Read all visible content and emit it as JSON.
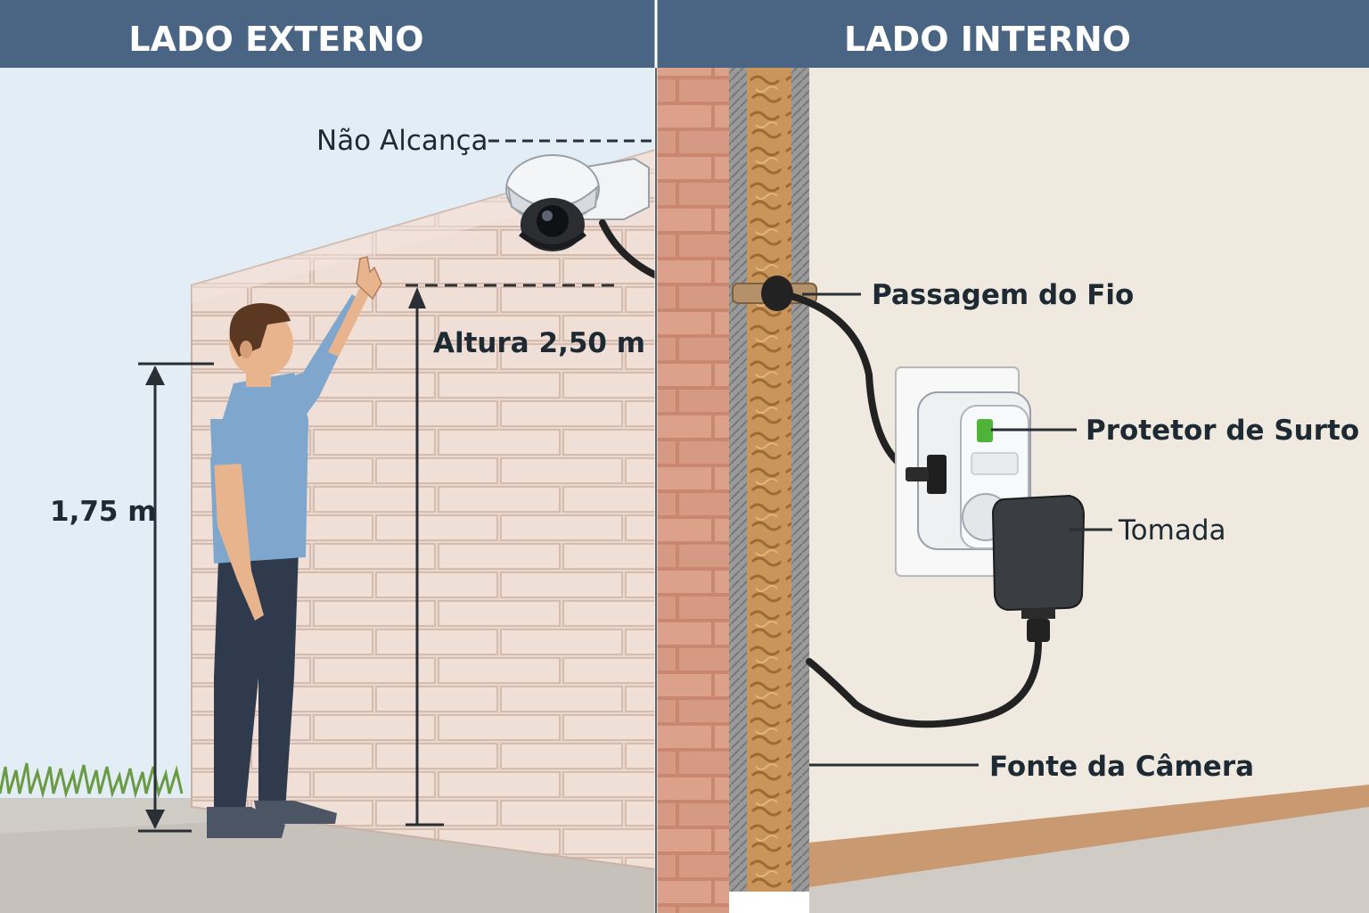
{
  "headers": {
    "external": "LADO EXTERNO",
    "internal": "LADO INTERNO"
  },
  "labels": {
    "out_of_reach": "Não Alcança",
    "camera_height": "Altura 2,50 m",
    "person_height": "1,75 m",
    "wire_passage": "Passagem do Fio",
    "surge_protector": "Protetor de Surto",
    "outlet": "Tomada",
    "camera_power_supply": "Fonte da Câmera"
  },
  "colors": {
    "header_bar": "#4a6583",
    "sky": "#e3edf6",
    "exterior_brick_wall": "#e9d6cc",
    "brick_section": "#d9a08a",
    "insulation": "#c9955a",
    "interior_wall": "#efe9df",
    "floor": "#ccc8c1",
    "baseboard": "#c89870",
    "cable": "#222222",
    "indicator_led": "#4fb33a"
  },
  "icons": {
    "camera": "dome-camera-icon",
    "person": "person-reaching-icon",
    "protector": "surge-protector-icon",
    "adapter": "power-adapter-icon"
  }
}
